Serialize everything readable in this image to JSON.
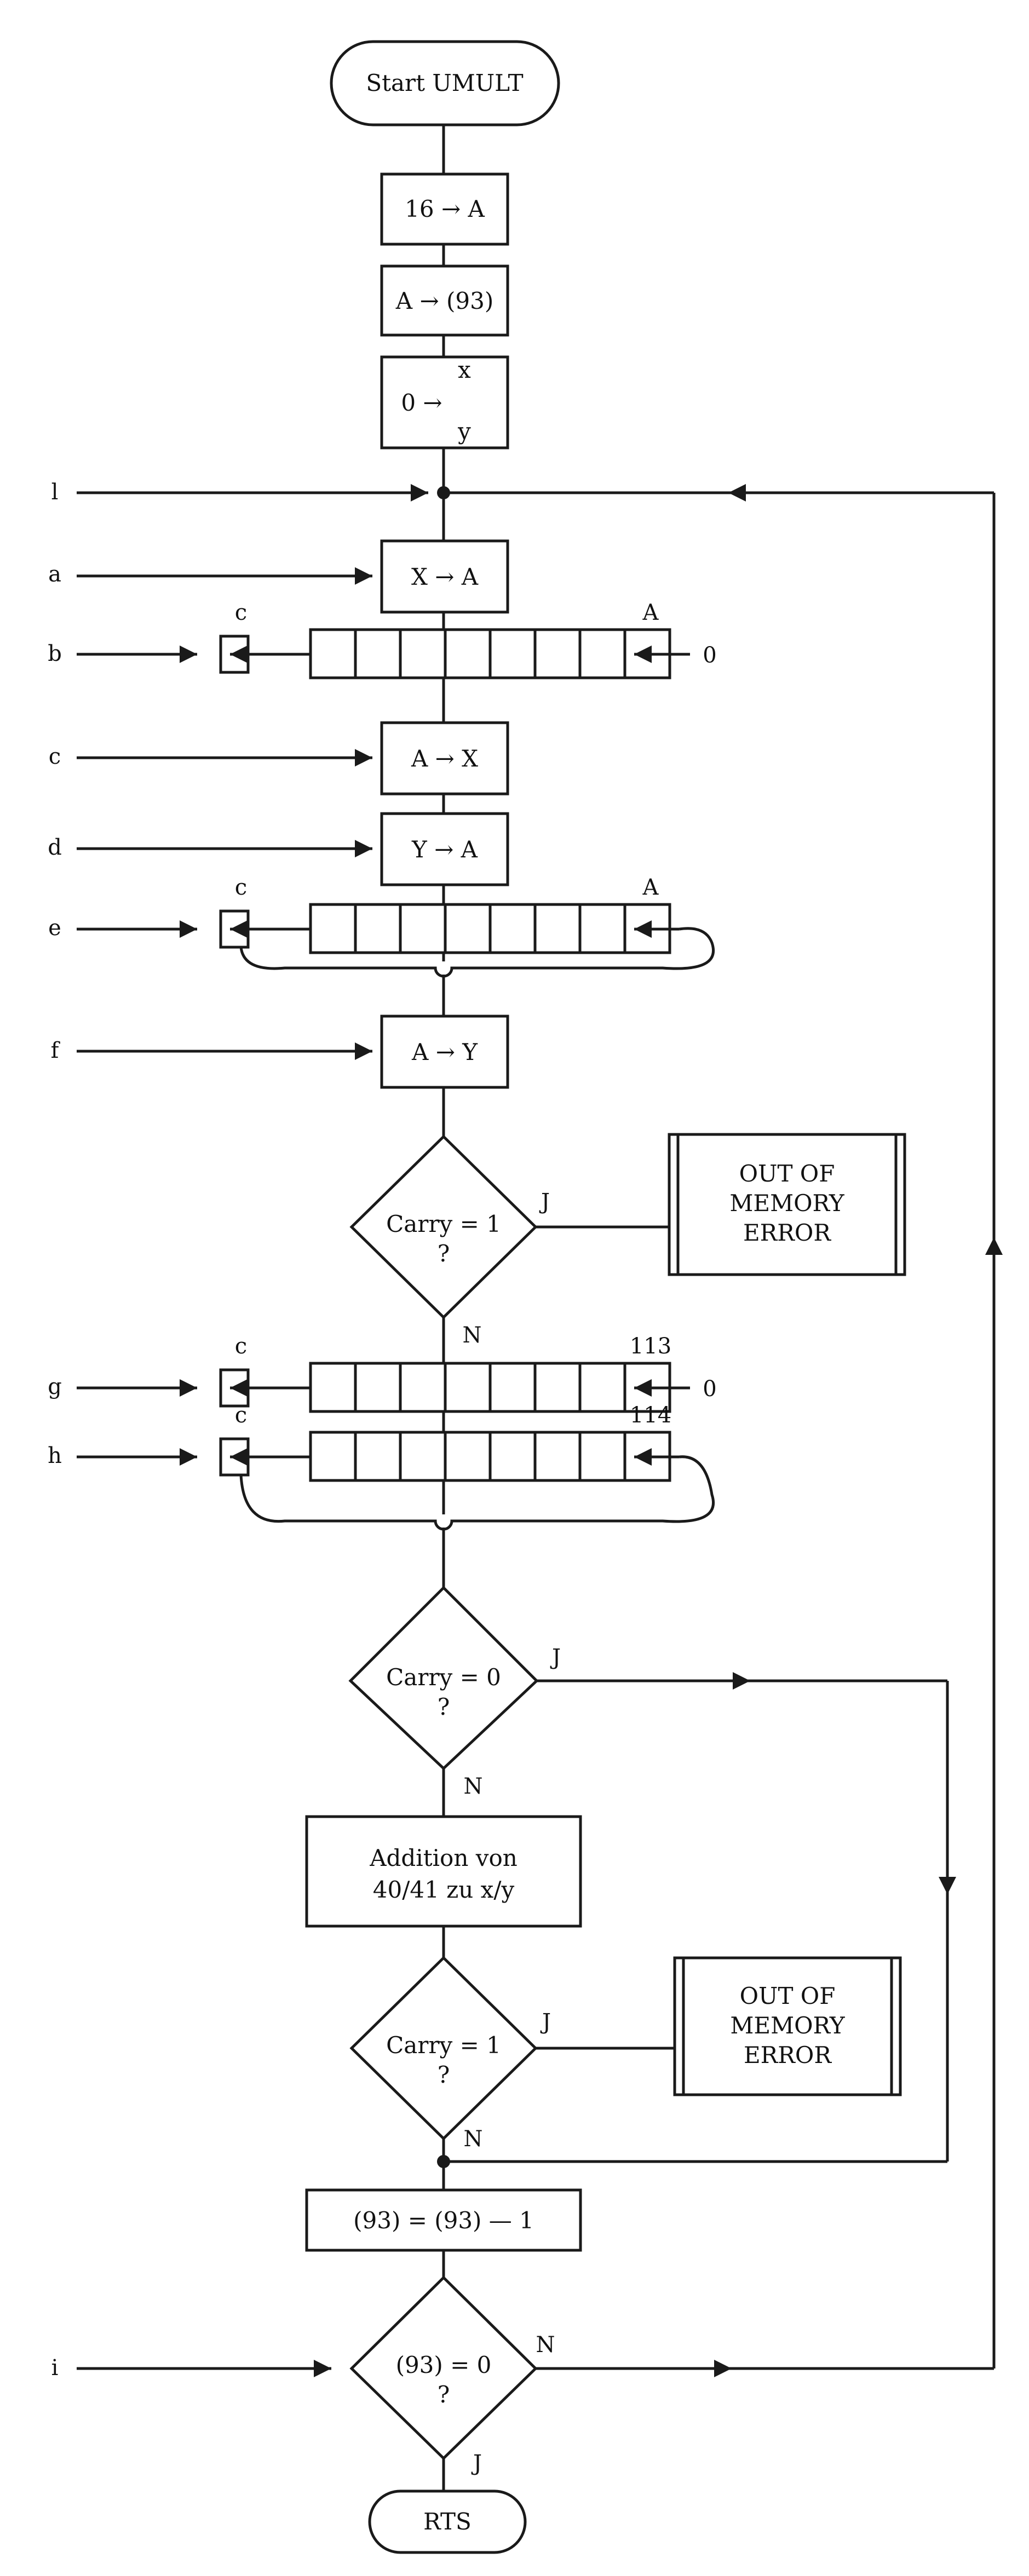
{
  "start": "Start UMULT",
  "steps": {
    "s1": "16 → A",
    "s2": "A → (93)",
    "s3_zero": "0 →",
    "s3_x": "x",
    "s3_y": "y",
    "xa": "X → A",
    "ax": "A → X",
    "ya": "Y → A",
    "ay": "A → Y",
    "add_line1": "Addition von",
    "add_line2": "40/41 zu x/y",
    "dec": "(93) = (93) — 1",
    "rts": "RTS"
  },
  "decisions": {
    "d1_line1": "Carry = 1",
    "d1_line2": "?",
    "d2_line1": "Carry = 0",
    "d2_line2": "?",
    "d3_line1": "Carry = 1",
    "d3_line2": "?",
    "d4_line1": "(93) = 0",
    "d4_line2": "?"
  },
  "branch": {
    "yes": "J",
    "no": "N"
  },
  "error": {
    "line1": "OUT OF",
    "line2": "MEMORY",
    "line3": "ERROR"
  },
  "registers": {
    "carry": "c",
    "accumulator": "A",
    "reg113": "113",
    "reg114": "114",
    "zero_in": "0"
  },
  "side_labels": {
    "l": "l",
    "a": "a",
    "b": "b",
    "c": "c",
    "d": "d",
    "e": "e",
    "f": "f",
    "g": "g",
    "h": "h",
    "i": "i"
  }
}
